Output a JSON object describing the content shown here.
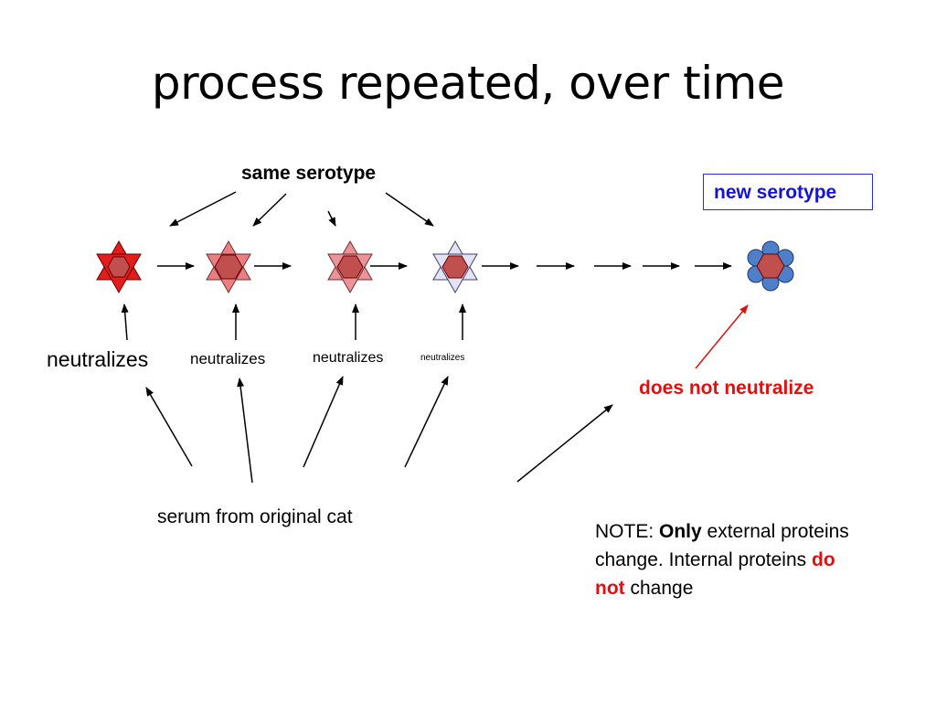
{
  "slide": {
    "title": "process repeated, over time"
  },
  "labels": {
    "same_serotype": "same serotype",
    "new_serotype": "new serotype",
    "neutralizes_1": "neutralizes",
    "neutralizes_2": "neutralizes",
    "neutralizes_3": "neutralizes",
    "neutralizes_4": "neutralizes",
    "does_not_neutralize": "does not neutralize",
    "serum": "serum from original cat"
  },
  "note": {
    "prefix": "NOTE: ",
    "only": "Only",
    "part1": " external proteins change. Internal proteins ",
    "do_not": "do not",
    "part2": " change"
  },
  "colors": {
    "star_1": "#e31c1c",
    "star_2": "#e87f82",
    "star_3": "#e8959a",
    "star_4": "#e3e3f5",
    "core": "#c0504d",
    "new_serotype_petals": "#4f7fc9",
    "red_text": "#e01010",
    "blue_text": "#1414d2"
  }
}
